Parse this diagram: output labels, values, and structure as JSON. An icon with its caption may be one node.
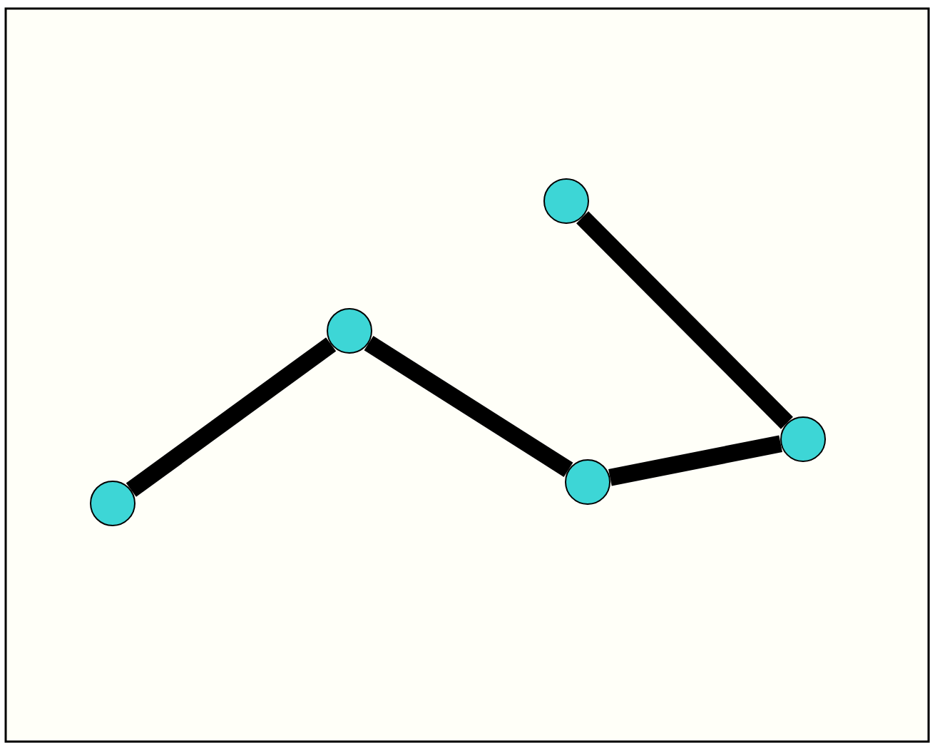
{
  "diagram": {
    "nodes": [
      {
        "text": [],
        "shape": "circle"
      },
      {
        "text": [],
        "shape": "circle"
      },
      {
        "text": [],
        "shape": "circle"
      },
      {
        "text": [],
        "shape": "circle"
      },
      {
        "text": [],
        "shape": "circle"
      }
    ],
    "edges": [
      {
        "from": 0,
        "to": 1,
        "arrow": "none"
      },
      {
        "from": 1,
        "to": 3,
        "arrow": "none"
      },
      {
        "from": 3,
        "to": 4,
        "arrow": "none"
      },
      {
        "from": 2,
        "to": 4,
        "arrow": "none"
      }
    ]
  }
}
